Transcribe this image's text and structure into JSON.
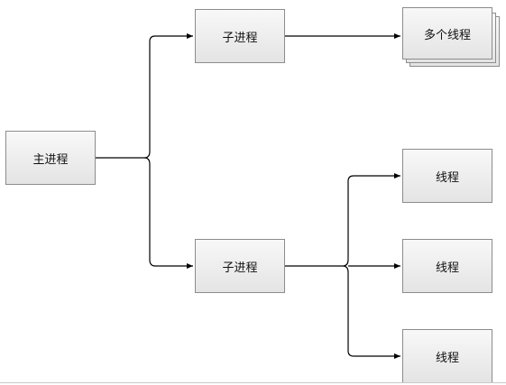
{
  "diagram": {
    "main_process": "主进程",
    "child_process_1": "子进程",
    "child_process_2": "子进程",
    "multi_threads": "多个线程",
    "threads": [
      "线程",
      "线程",
      "线程"
    ]
  },
  "colors": {
    "node_border": "#8c8c8c",
    "node_fill_top": "#f8f8f8",
    "node_fill_bottom": "#e4e4e4",
    "edge": "#000000"
  }
}
